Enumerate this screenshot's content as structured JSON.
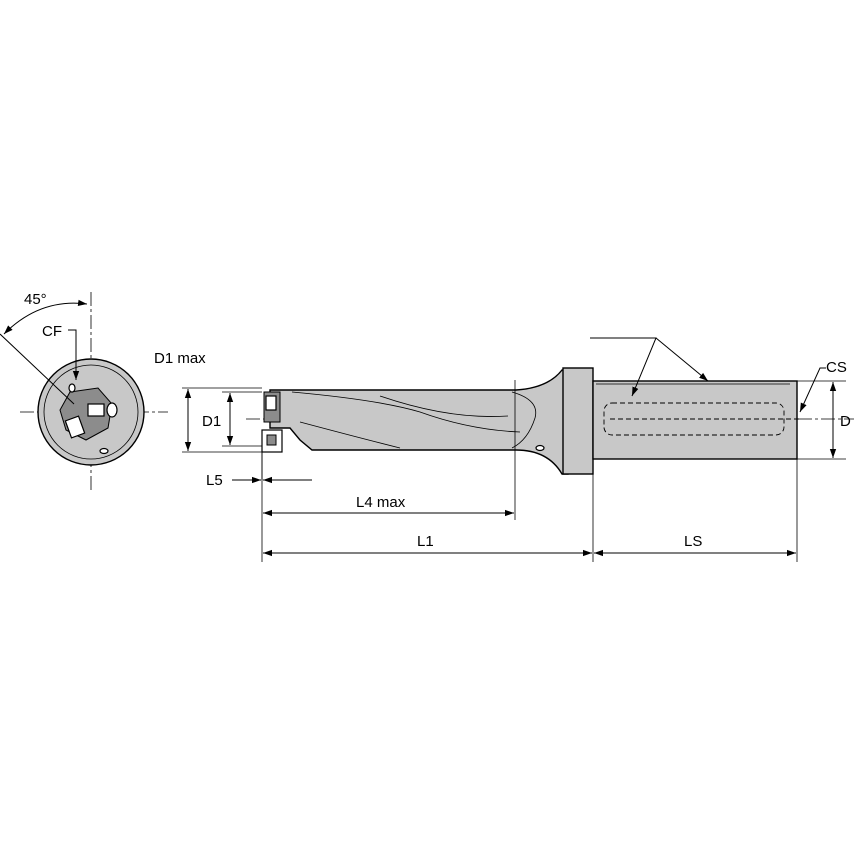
{
  "labels": {
    "angle": "45°",
    "cf": "CF",
    "d1max": "D1 max",
    "d1": "D1",
    "l5": "L5",
    "l4max": "L4 max",
    "l1": "L1",
    "ls": "LS",
    "cs": "CS",
    "d": "D"
  }
}
